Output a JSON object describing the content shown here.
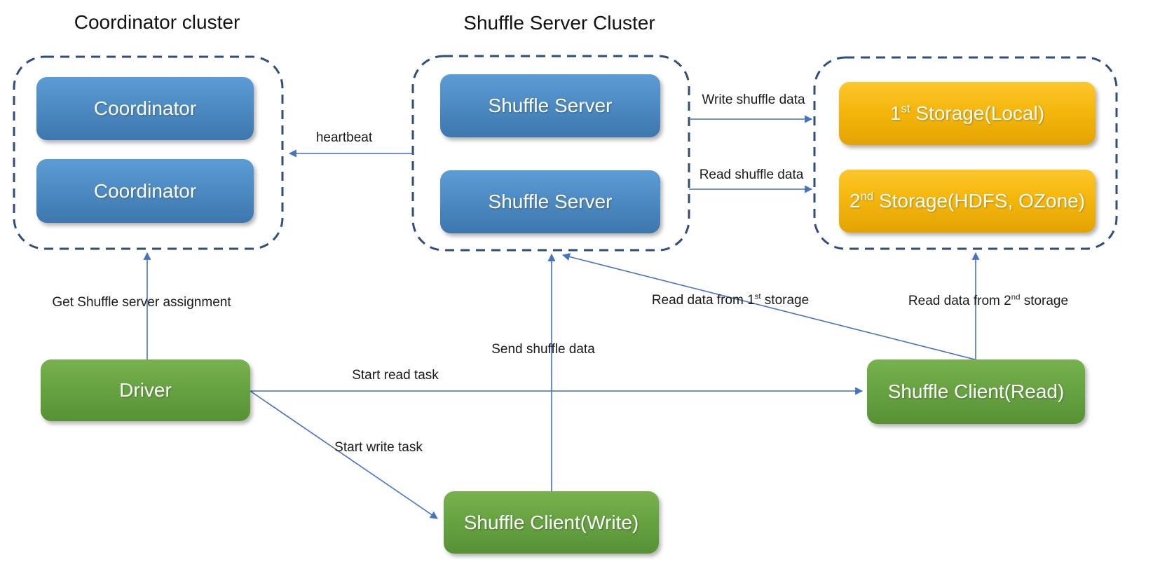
{
  "colors": {
    "cluster_border": "#2E4E80",
    "connector": "#4472C4",
    "node_blue_top": "#5C9CD6",
    "node_blue_bottom": "#3D77AE",
    "node_green_top": "#77B24E",
    "node_green_bottom": "#569135",
    "node_orange_top": "#FCC62E",
    "node_orange_bottom": "#E3A303",
    "label_text": "#1A1A1A",
    "node_text": "#FFFFFF"
  },
  "clusters": {
    "coordinator": {
      "title": "Coordinator cluster"
    },
    "shuffle": {
      "title": "Shuffle Server Cluster"
    }
  },
  "nodes": {
    "coordinator_1": {
      "label": "Coordinator"
    },
    "coordinator_2": {
      "label": "Coordinator"
    },
    "shuffle_server_1": {
      "label": "Shuffle Server"
    },
    "shuffle_server_2": {
      "label": "Shuffle Server"
    },
    "storage_1": {
      "pre": "1",
      "sup": "st",
      "post": " Storage(Local)"
    },
    "storage_2": {
      "pre": "2",
      "sup": "nd",
      "post": " Storage(HDFS, OZone)"
    },
    "driver": {
      "label": "Driver"
    },
    "shuffle_client_read": {
      "label": "Shuffle Client(Read)"
    },
    "shuffle_client_write": {
      "label": "Shuffle Client(Write)"
    }
  },
  "edges": {
    "heartbeat": {
      "label": "heartbeat"
    },
    "write_shuffle_data": {
      "label": "Write shuffle data"
    },
    "read_shuffle_data": {
      "label": "Read shuffle data"
    },
    "get_shuffle_server_assignment": {
      "label": "Get Shuffle server assignment"
    },
    "start_read_task": {
      "label": "Start read task"
    },
    "start_write_task": {
      "label": "Start write task"
    },
    "send_shuffle_data": {
      "label": "Send shuffle data"
    },
    "read_data_from_1st_storage": {
      "pre": "Read data from 1",
      "sup": "st",
      "post": " storage"
    },
    "read_data_from_2nd_storage": {
      "pre": "Read data from 2",
      "sup": "nd",
      "post": " storage"
    }
  }
}
